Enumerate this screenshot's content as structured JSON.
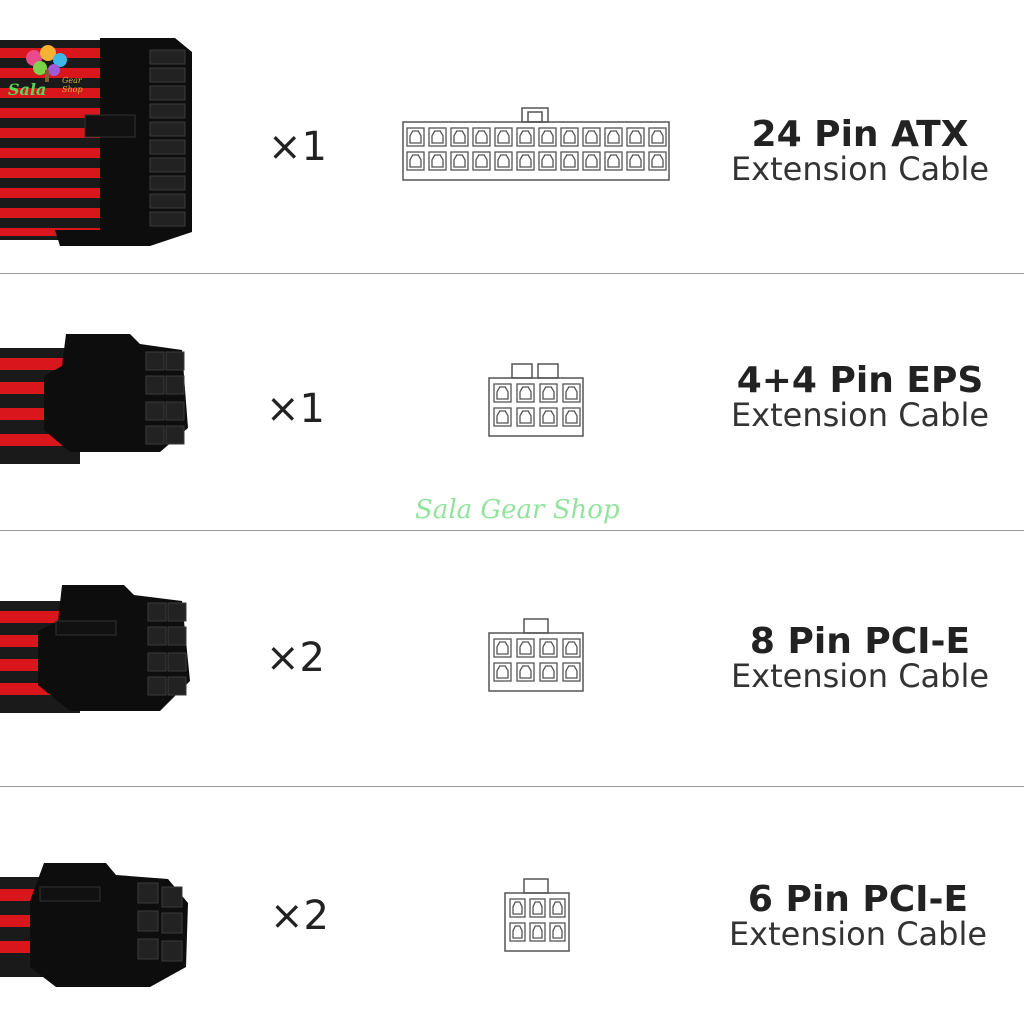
{
  "watermark": "Sala Gear Shop",
  "logo": {
    "name": "Sala",
    "sub": "Gear Shop"
  },
  "colors": {
    "sleeve_red": "#d8161c",
    "sleeve_black": "#1a1a1a",
    "divider": "#9a9a9a"
  },
  "cables": [
    {
      "quantity": "×1",
      "title": "24 Pin ATX",
      "subtitle": "Extension Cable"
    },
    {
      "quantity": "×1",
      "title": "4+4 Pin EPS",
      "subtitle": "Extension Cable"
    },
    {
      "quantity": "×2",
      "title": "8 Pin PCI-E",
      "subtitle": "Extension Cable"
    },
    {
      "quantity": "×2",
      "title": "6 Pin PCI-E",
      "subtitle": "Extension Cable"
    }
  ]
}
